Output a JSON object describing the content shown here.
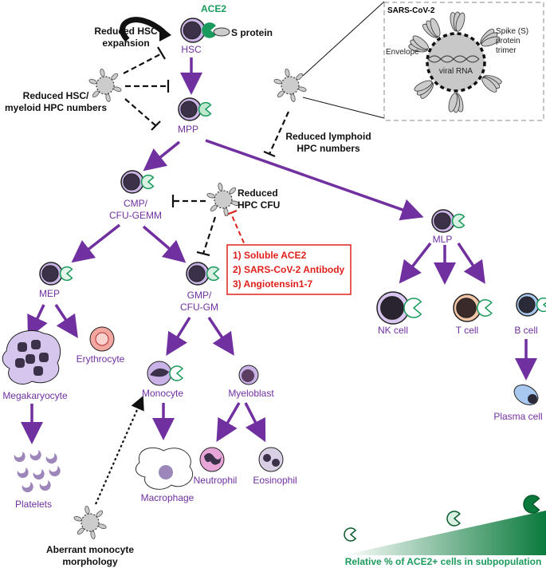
{
  "colors": {
    "lineage": "#7030a0",
    "ace2": "#1a9a5c",
    "inhibitor": "#e0201b",
    "virus": "#c8c8c8"
  },
  "top": {
    "ace2": "ACE2",
    "s_protein": "S protein"
  },
  "cells": {
    "hsc": "HSC",
    "mpp": "MPP",
    "cmp": [
      "CMP/",
      "CFU-GEMM"
    ],
    "mlp": "MLP",
    "mep": "MEP",
    "gmp": [
      "GMP/",
      "CFU-GM"
    ],
    "nk": "NK cell",
    "t": "T cell",
    "b": "B cell",
    "plasma": "Plasma cell",
    "megakaryocyte": "Megakaryocyte",
    "erythrocyte": "Erythrocyte",
    "monocyte": "Monocyte",
    "myeloblast": "Myeloblast",
    "macrophage": "Macrophage",
    "neutrophil": "Neutrophil",
    "eosinophil": "Eosinophil",
    "platelets": "Platelets"
  },
  "effects": {
    "hsc_expansion": [
      "Reduced HSC",
      "expansion"
    ],
    "hsc_myeloid": [
      "Reduced HSC/",
      "myeloid HPC numbers"
    ],
    "lymphoid": [
      "Reduced lymphoid",
      "HPC numbers"
    ],
    "hpc_cfu": [
      "Reduced",
      "HPC CFU"
    ],
    "monocyte": [
      "Aberrant monocyte",
      "morphology"
    ]
  },
  "treatments": [
    "1) Soluble ACE2",
    "2) SARS-CoV-2 Antibody",
    "3) Angiotensin1-7"
  ],
  "inset": {
    "title": "SARS-CoV-2",
    "envelope": "Envelope",
    "rna": "viral RNA",
    "spike": [
      "Spike (S)",
      "protein",
      "trimer"
    ]
  },
  "legend": {
    "label": "Relative % of ACE2+ cells in subpopulation"
  }
}
